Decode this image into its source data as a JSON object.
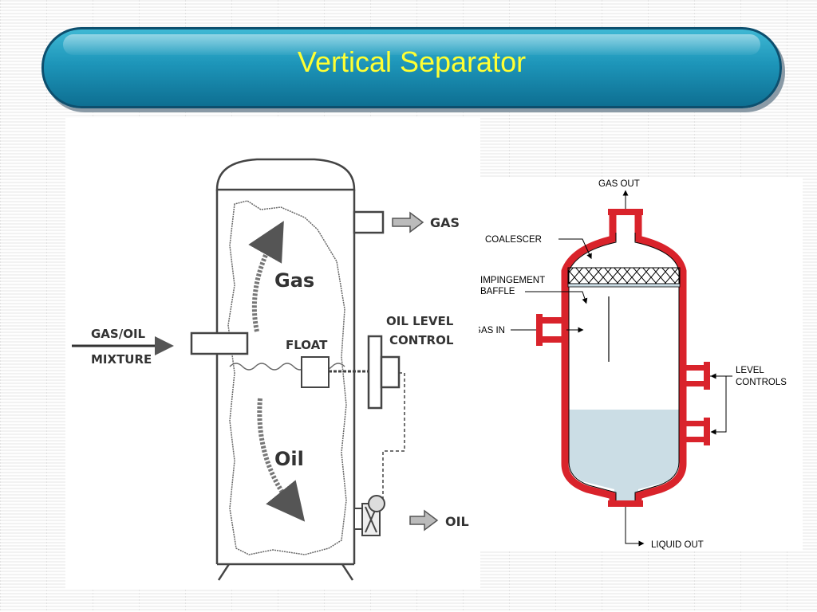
{
  "slide": {
    "title": "Vertical Separator"
  },
  "left_diagram": {
    "labels": {
      "gas_out": "GAS",
      "gas_region": "Gas",
      "inlet_line1": "GAS/OIL",
      "inlet_line2": "MIXTURE",
      "float": "FLOAT",
      "control_line1": "OIL LEVEL",
      "control_line2": "CONTROL",
      "oil_region": "Oil",
      "oil_out": "OIL"
    }
  },
  "right_diagram": {
    "labels": {
      "gas_out": "GAS OUT",
      "coalescer": "COALESCER",
      "baffle_line1": "IMPINGEMENT",
      "baffle_line2": "BAFFLE",
      "gas_in": "GAS IN",
      "level_line1": "LEVEL",
      "level_line2": "CONTROLS",
      "liquid_out": "LIQUID OUT"
    },
    "colors": {
      "vessel_wall": "#d9232b",
      "liquid": "#cbdde5"
    }
  }
}
